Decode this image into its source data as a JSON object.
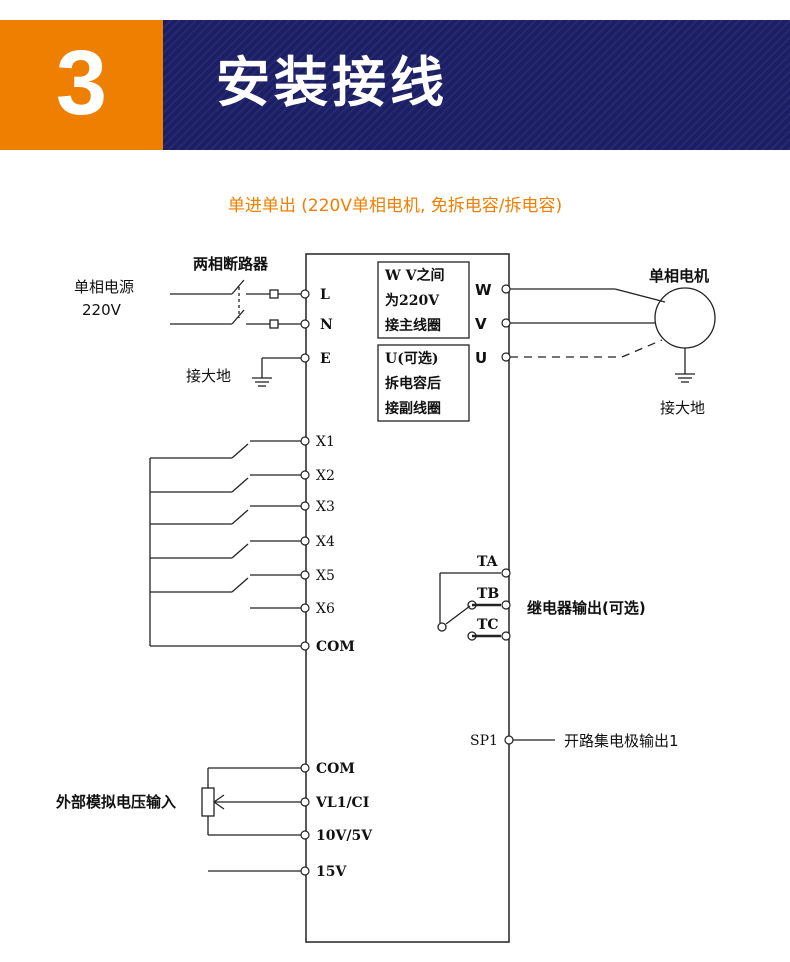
{
  "header": {
    "step_number": "3",
    "title": "安装接线",
    "colors": {
      "number_box": "#ef7f00",
      "banner": "#1c1f66",
      "accent_text": "#ef7f00"
    }
  },
  "subtitle": "单进单出 (220V单相电机, 免拆电容/拆电容)",
  "diagram": {
    "labels": {
      "breaker": "两相断路器",
      "power_source": "单相电源",
      "power_voltage": "220V",
      "ground_left": "接大地",
      "motor": "单相电机",
      "ground_right": "接大地",
      "relay_output": "继电器输出(可选)",
      "open_collector": "开路集电极输出1",
      "analog_input": "外部模拟电压输入"
    },
    "note_top": [
      "W V之间",
      "为220V",
      "接主线圈"
    ],
    "note_bottom": [
      "U(可选)",
      "拆电容后",
      "接副线圈"
    ],
    "terminals_left_power": [
      "L",
      "N",
      "E"
    ],
    "terminals_left_inputs": [
      "X1",
      "X2",
      "X3",
      "X4",
      "X5",
      "X6",
      "COM"
    ],
    "terminals_left_analog": [
      "COM",
      "VL1/CI",
      "10V/5V",
      "15V"
    ],
    "terminals_right_motor": [
      "W",
      "V",
      "U"
    ],
    "terminals_right_relay": [
      "TA",
      "TB",
      "TC"
    ],
    "terminal_right_sp": "SP1"
  }
}
